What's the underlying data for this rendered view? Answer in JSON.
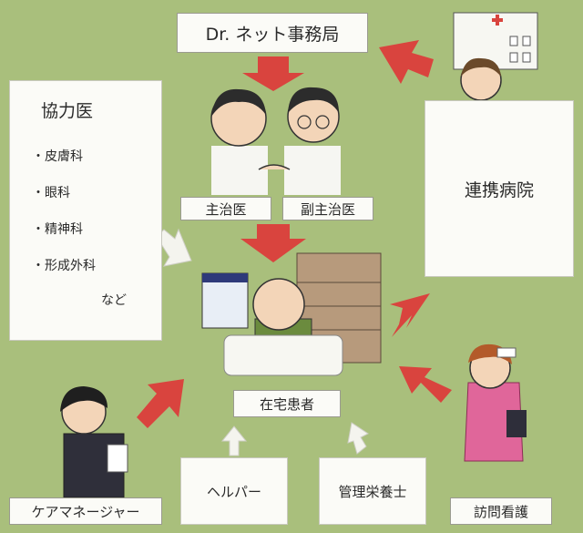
{
  "top": {
    "title": "Dr. ネット事務局"
  },
  "cooperating_doctors": {
    "title": "協力医",
    "items": [
      "・皮膚科",
      "・眼科",
      "・精神科",
      "・形成外科"
    ],
    "etc": "など"
  },
  "partner_hospital": {
    "title": "連携病院"
  },
  "doctors": {
    "primary": "主治医",
    "secondary": "副主治医"
  },
  "patient": {
    "label": "在宅患者"
  },
  "bottom": {
    "care_manager": "ケアマネージャー",
    "helper": "ヘルパー",
    "nutritionist": "管理栄養士",
    "visiting_nurse": "訪問看護"
  },
  "colors": {
    "background": "#a9bf7c",
    "arrow_red": "#d9443e",
    "arrow_white": "#f4f4ee",
    "box": "#fbfbf7"
  }
}
